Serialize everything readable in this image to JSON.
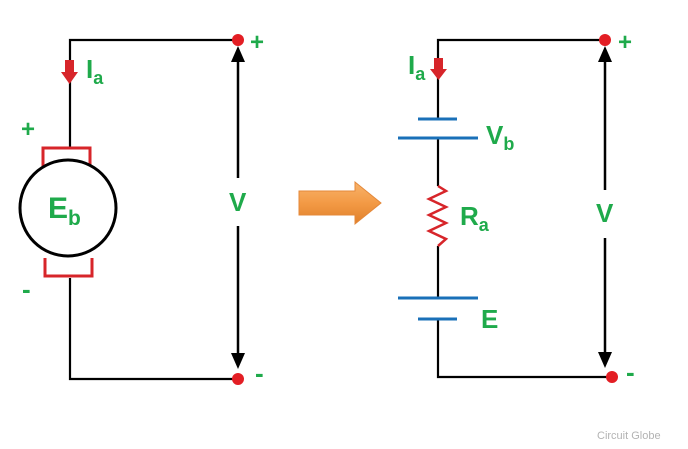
{
  "colors": {
    "label_green": "#1faa4b",
    "terminal_red": "#e31e24",
    "current_arrow_red": "#d7252a",
    "brush_red": "#d7252a",
    "resistor_red": "#d7252a",
    "plate_blue": "#1a70b8",
    "transform_arrow_orange": "#f39a45",
    "wire_black": "#000000"
  },
  "left_circuit": {
    "current_label_main": "I",
    "current_label_sub": "a",
    "armature_label_main": "E",
    "armature_label_sub": "b",
    "plus_sign": "+",
    "minus_sign": "-",
    "voltage_label": "V",
    "terminal_plus": "+",
    "terminal_minus": "-"
  },
  "right_circuit": {
    "current_label_main": "I",
    "current_label_sub": "a",
    "battery_top_main": "V",
    "battery_top_sub": "b",
    "resistor_main": "R",
    "resistor_sub": "a",
    "battery_bottom_label": "E",
    "voltage_label": "V",
    "terminal_plus": "+",
    "terminal_minus": "-"
  },
  "icons": {
    "transform_arrow": "right-arrow-icon",
    "current_arrow": "down-arrow-icon"
  },
  "watermark": "Circuit Globe"
}
